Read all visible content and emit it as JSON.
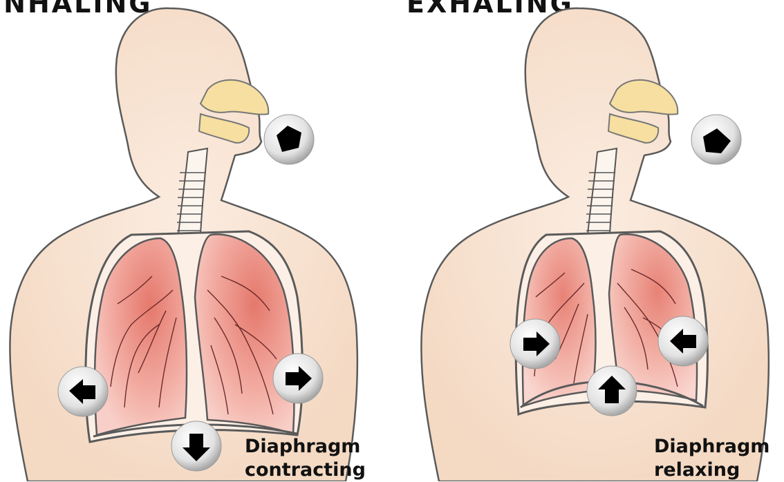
{
  "panels": [
    {
      "title": "INHALING",
      "caption_line1": "Diaphragm",
      "caption_line2": "contracting"
    },
    {
      "title": "EXHALING",
      "caption_line1": "Diaphragm",
      "caption_line2": "relaxing"
    }
  ],
  "colors": {
    "skin": "#f7e4d4",
    "outline": "#5a5a5a",
    "lung": "#ef9c92",
    "lung_dark": "#e0776c",
    "vessel": "#6a2a2a",
    "nasal": "#f6dfa0",
    "arrow_bg": "#d8d8d8",
    "arrow": "#000000"
  }
}
